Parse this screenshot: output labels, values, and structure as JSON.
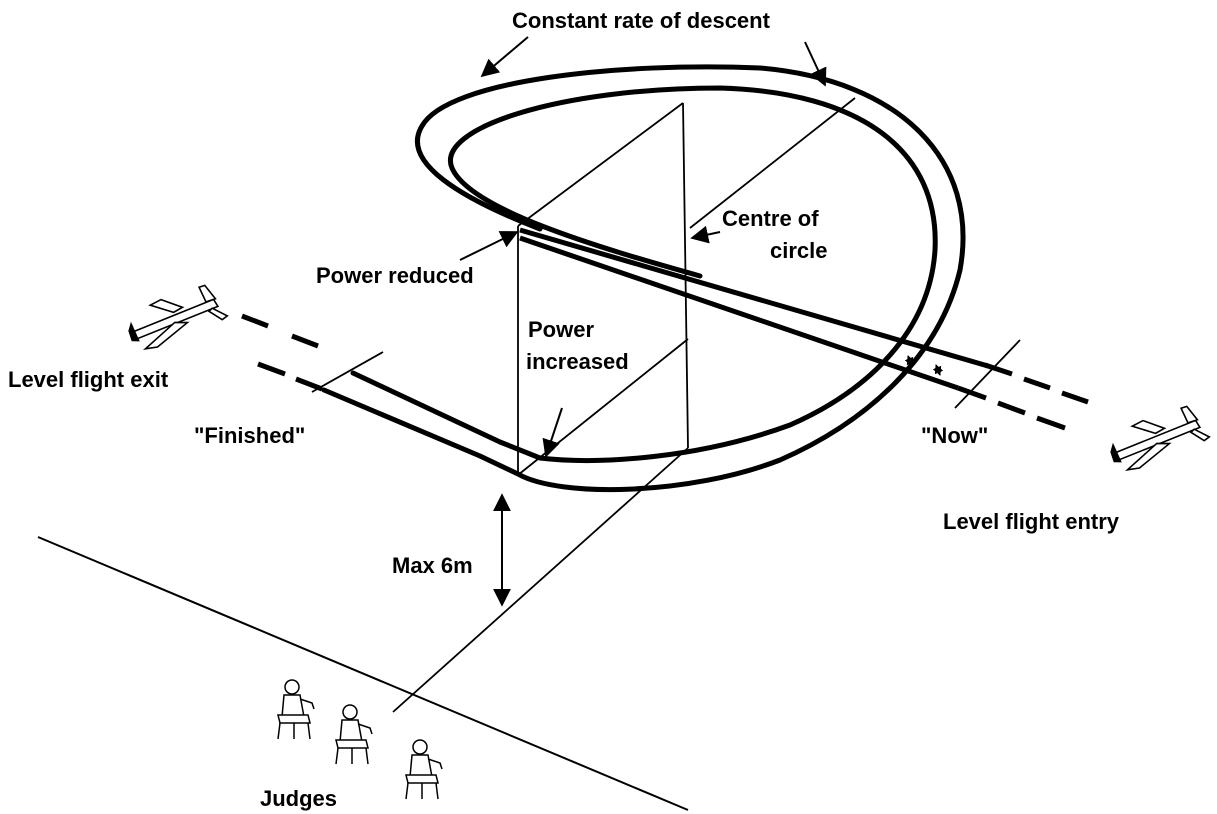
{
  "labels": {
    "title": "Constant rate of descent",
    "centre_line1": "Centre of",
    "centre_line2": "circle",
    "power_reduced": "Power reduced",
    "power_inc_line1": "Power",
    "power_inc_line2": "increased",
    "level_exit": "Level flight exit",
    "finished": "\"Finished\"",
    "now": "\"Now\"",
    "level_entry": "Level flight entry",
    "max_height": "Max 6m",
    "judges": "Judges"
  },
  "colors": {
    "ink": "#000000",
    "paper": "#ffffff"
  }
}
